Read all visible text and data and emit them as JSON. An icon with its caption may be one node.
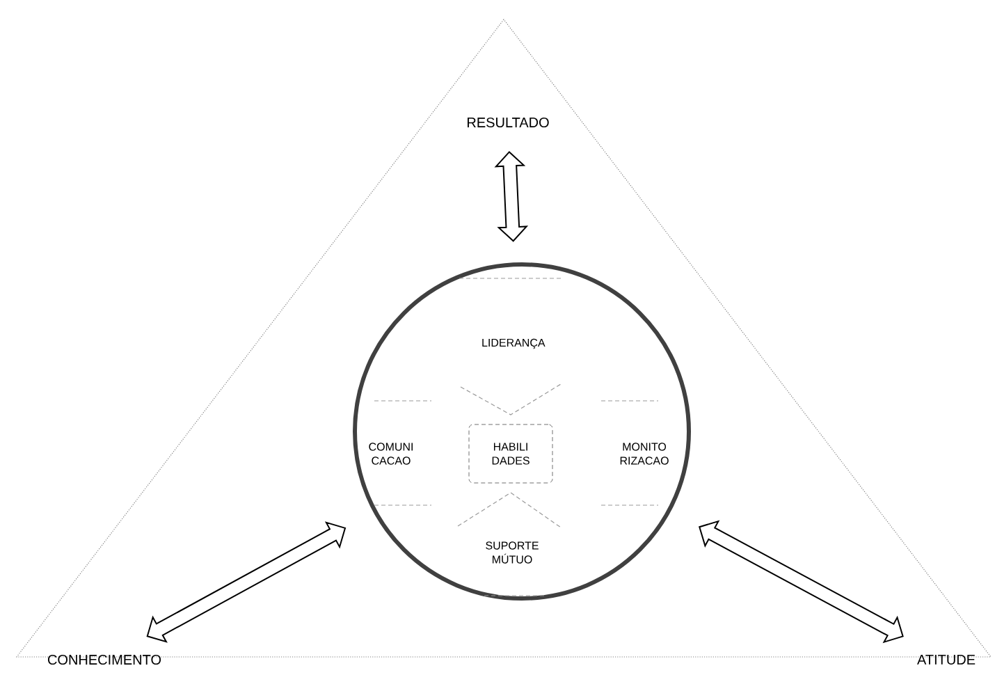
{
  "diagram": {
    "nodes": [
      {
        "text": [
          "RESULTADO"
        ]
      },
      {
        "text": [
          "CONHECIMENTO"
        ]
      },
      {
        "text": [
          "ATITUDE"
        ]
      },
      {
        "text": [],
        "shape": "circle"
      },
      {
        "text": [
          "LIDERANÇA"
        ],
        "in": 3
      },
      {
        "text": [
          "COMUNI CACAO"
        ],
        "in": 3
      },
      {
        "text": [
          "HABILI DADES"
        ],
        "in": 3
      },
      {
        "text": [
          "MONITO RIZACAO"
        ],
        "in": 3
      },
      {
        "text": [
          "SUPORTE MÚTUO"
        ],
        "in": 3
      }
    ],
    "edges": [
      {
        "from": 0,
        "to": 3,
        "arrow": "both"
      },
      {
        "from": 1,
        "to": 3,
        "arrow": "both"
      },
      {
        "from": 2,
        "to": 3,
        "arrow": "both"
      }
    ]
  }
}
